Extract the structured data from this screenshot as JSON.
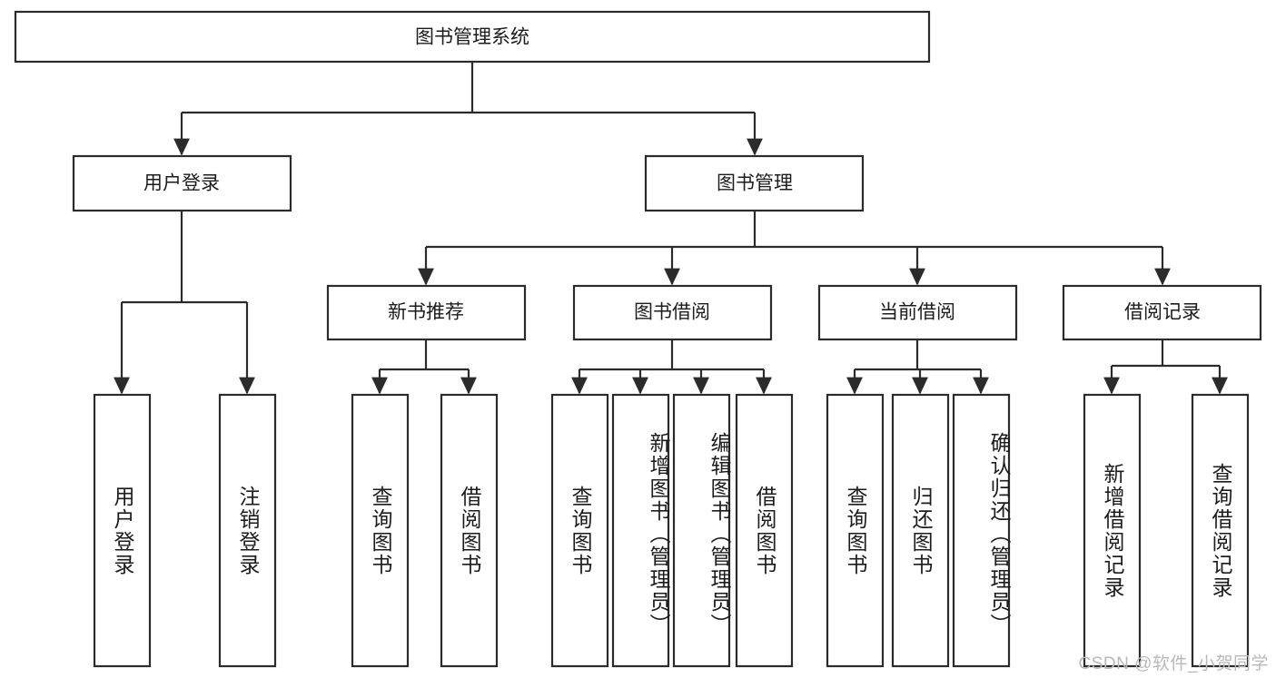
{
  "diagram": {
    "type": "tree-hierarchy",
    "title": "图书管理系统",
    "watermark": "CSDN @软件_小贺同学",
    "colors": {
      "stroke": "#2b2b2b",
      "box_fill": "#ffffff",
      "text": "#1c1c1c",
      "background": "#ffffff",
      "watermark": "#b9b9b9"
    },
    "levels": {
      "root": {
        "label": "图书管理系统"
      },
      "level2": [
        {
          "label": "用户登录"
        },
        {
          "label": "图书管理"
        }
      ],
      "level3": [
        {
          "label": "新书推荐"
        },
        {
          "label": "图书借阅"
        },
        {
          "label": "当前借阅"
        },
        {
          "label": "借阅记录"
        }
      ],
      "leaves": {
        "user_login": [
          {
            "label": "用户登录"
          },
          {
            "label": "注销登录"
          }
        ],
        "new_book_recommend": [
          {
            "label": "查询图书"
          },
          {
            "label": "借阅图书"
          }
        ],
        "book_borrow": [
          {
            "label": "查询图书"
          },
          {
            "label": "新增图书（管理员）"
          },
          {
            "label": "编辑图书（管理员）"
          },
          {
            "label": "借阅图书"
          }
        ],
        "current_borrow": [
          {
            "label": "查询图书"
          },
          {
            "label": "归还图书"
          },
          {
            "label": "确认归还（管理员）"
          }
        ],
        "borrow_record": [
          {
            "label": "新增借阅记录"
          },
          {
            "label": "查询借阅记录"
          }
        ]
      }
    },
    "edges": [
      {
        "from": "图书管理系统",
        "to": "用户登录"
      },
      {
        "from": "图书管理系统",
        "to": "图书管理"
      },
      {
        "from": "用户登录",
        "to": "用户登录"
      },
      {
        "from": "用户登录",
        "to": "注销登录"
      },
      {
        "from": "图书管理",
        "to": "新书推荐"
      },
      {
        "from": "图书管理",
        "to": "图书借阅"
      },
      {
        "from": "图书管理",
        "to": "当前借阅"
      },
      {
        "from": "图书管理",
        "to": "借阅记录"
      },
      {
        "from": "新书推荐",
        "to": "查询图书"
      },
      {
        "from": "新书推荐",
        "to": "借阅图书"
      },
      {
        "from": "图书借阅",
        "to": "查询图书"
      },
      {
        "from": "图书借阅",
        "to": "新增图书（管理员）"
      },
      {
        "from": "图书借阅",
        "to": "编辑图书（管理员）"
      },
      {
        "from": "图书借阅",
        "to": "借阅图书"
      },
      {
        "from": "当前借阅",
        "to": "查询图书"
      },
      {
        "from": "当前借阅",
        "to": "归还图书"
      },
      {
        "from": "当前借阅",
        "to": "确认归还（管理员）"
      },
      {
        "from": "借阅记录",
        "to": "新增借阅记录"
      },
      {
        "from": "借阅记录",
        "to": "查询借阅记录"
      }
    ]
  }
}
